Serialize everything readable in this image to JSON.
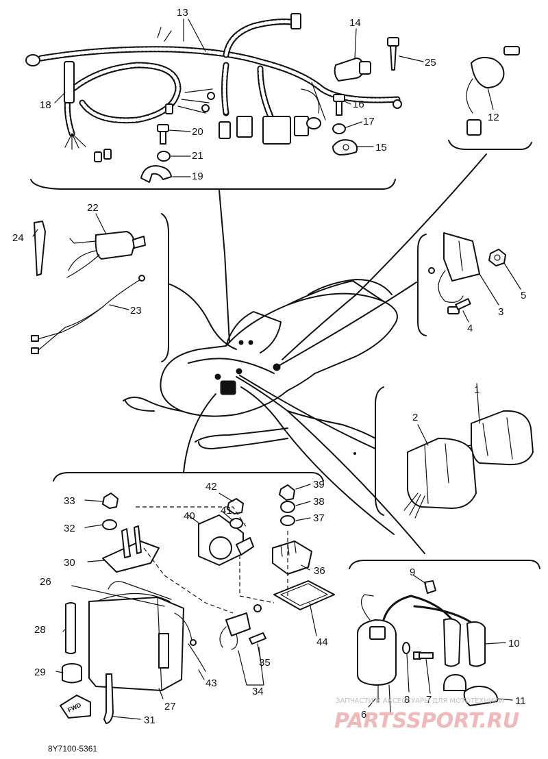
{
  "callouts": {
    "n1": "1",
    "n2": "2",
    "n3": "3",
    "n4": "4",
    "n5": "5",
    "n6": "6",
    "n7": "7",
    "n8": "8",
    "n9": "9",
    "n10": "10",
    "n11": "11",
    "n12": "12",
    "n13": "13",
    "n14": "14",
    "n15": "15",
    "n16": "16",
    "n17": "17",
    "n18": "18",
    "n19": "19",
    "n20": "20",
    "n21": "21",
    "n22": "22",
    "n23": "23",
    "n24": "24",
    "n25": "25",
    "n26": "26",
    "n27": "27",
    "n28": "28",
    "n29": "29",
    "n30": "30",
    "n31": "31",
    "n32": "32",
    "n33": "33",
    "n34": "34",
    "n35": "35",
    "n36": "36",
    "n37": "37",
    "n38": "38",
    "n39": "39",
    "n40": "40",
    "n41": "41",
    "n42": "42",
    "n43": "43",
    "n44": "44"
  },
  "fwd_arrow_label": "FWD",
  "drawing_code": "8Y7100-5361",
  "watermark": {
    "small": "ЗАПЧАСТИ И АКСЕССУАРЫ ДЛЯ МОТОТЕХНИКИ",
    "logo": "PARTSSPORT.RU"
  },
  "colors": {
    "line": "#111111",
    "watermark_logo": "#f0b8b8",
    "watermark_text": "#bfbfbf"
  }
}
